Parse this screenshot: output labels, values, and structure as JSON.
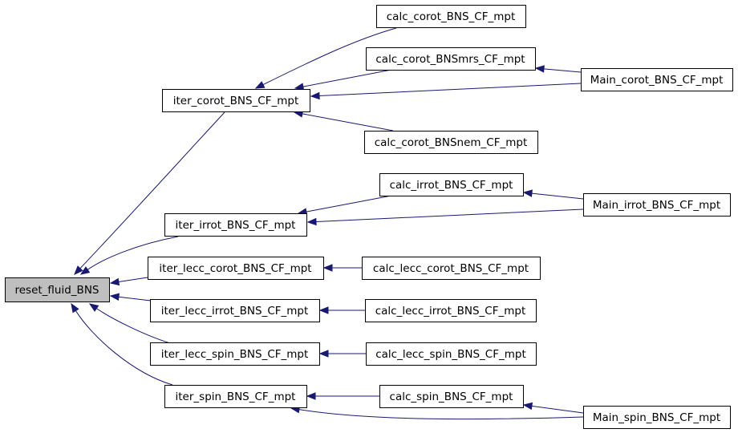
{
  "nodes": [
    {
      "id": "reset_fluid_BNS",
      "label": "reset_fluid_BNS",
      "root": true
    },
    {
      "id": "iter_corot_BNS_CF_mpt",
      "label": "iter_corot_BNS_CF_mpt"
    },
    {
      "id": "iter_irrot_BNS_CF_mpt",
      "label": "iter_irrot_BNS_CF_mpt"
    },
    {
      "id": "iter_lecc_corot_BNS_CF_mpt",
      "label": "iter_lecc_corot_BNS_CF_mpt"
    },
    {
      "id": "iter_lecc_irrot_BNS_CF_mpt",
      "label": "iter_lecc_irrot_BNS_CF_mpt"
    },
    {
      "id": "iter_lecc_spin_BNS_CF_mpt",
      "label": "iter_lecc_spin_BNS_CF_mpt"
    },
    {
      "id": "iter_spin_BNS_CF_mpt",
      "label": "iter_spin_BNS_CF_mpt"
    },
    {
      "id": "calc_corot_BNS_CF_mpt",
      "label": "calc_corot_BNS_CF_mpt"
    },
    {
      "id": "calc_corot_BNSmrs_CF_mpt",
      "label": "calc_corot_BNSmrs_CF_mpt"
    },
    {
      "id": "calc_corot_BNSnem_CF_mpt",
      "label": "calc_corot_BNSnem_CF_mpt"
    },
    {
      "id": "calc_irrot_BNS_CF_mpt",
      "label": "calc_irrot_BNS_CF_mpt"
    },
    {
      "id": "calc_lecc_corot_BNS_CF_mpt",
      "label": "calc_lecc_corot_BNS_CF_mpt"
    },
    {
      "id": "calc_lecc_irrot_BNS_CF_mpt",
      "label": "calc_lecc_irrot_BNS_CF_mpt"
    },
    {
      "id": "calc_lecc_spin_BNS_CF_mpt",
      "label": "calc_lecc_spin_BNS_CF_mpt"
    },
    {
      "id": "calc_spin_BNS_CF_mpt",
      "label": "calc_spin_BNS_CF_mpt"
    },
    {
      "id": "Main_corot_BNS_CF_mpt",
      "label": "Main_corot_BNS_CF_mpt"
    },
    {
      "id": "Main_irrot_BNS_CF_mpt",
      "label": "Main_irrot_BNS_CF_mpt"
    },
    {
      "id": "Main_spin_BNS_CF_mpt",
      "label": "Main_spin_BNS_CF_mpt"
    }
  ],
  "edges": [
    {
      "from": "iter_corot_BNS_CF_mpt",
      "to": "reset_fluid_BNS"
    },
    {
      "from": "iter_irrot_BNS_CF_mpt",
      "to": "reset_fluid_BNS"
    },
    {
      "from": "iter_lecc_corot_BNS_CF_mpt",
      "to": "reset_fluid_BNS"
    },
    {
      "from": "iter_lecc_irrot_BNS_CF_mpt",
      "to": "reset_fluid_BNS"
    },
    {
      "from": "iter_lecc_spin_BNS_CF_mpt",
      "to": "reset_fluid_BNS"
    },
    {
      "from": "iter_spin_BNS_CF_mpt",
      "to": "reset_fluid_BNS"
    },
    {
      "from": "calc_corot_BNS_CF_mpt",
      "to": "iter_corot_BNS_CF_mpt"
    },
    {
      "from": "calc_corot_BNSmrs_CF_mpt",
      "to": "iter_corot_BNS_CF_mpt"
    },
    {
      "from": "Main_corot_BNS_CF_mpt",
      "to": "iter_corot_BNS_CF_mpt"
    },
    {
      "from": "calc_corot_BNSnem_CF_mpt",
      "to": "iter_corot_BNS_CF_mpt"
    },
    {
      "from": "Main_corot_BNS_CF_mpt",
      "to": "calc_corot_BNSmrs_CF_mpt"
    },
    {
      "from": "calc_irrot_BNS_CF_mpt",
      "to": "iter_irrot_BNS_CF_mpt"
    },
    {
      "from": "Main_irrot_BNS_CF_mpt",
      "to": "iter_irrot_BNS_CF_mpt"
    },
    {
      "from": "Main_irrot_BNS_CF_mpt",
      "to": "calc_irrot_BNS_CF_mpt"
    },
    {
      "from": "calc_lecc_corot_BNS_CF_mpt",
      "to": "iter_lecc_corot_BNS_CF_mpt"
    },
    {
      "from": "calc_lecc_irrot_BNS_CF_mpt",
      "to": "iter_lecc_irrot_BNS_CF_mpt"
    },
    {
      "from": "calc_lecc_spin_BNS_CF_mpt",
      "to": "iter_lecc_spin_BNS_CF_mpt"
    },
    {
      "from": "calc_spin_BNS_CF_mpt",
      "to": "iter_spin_BNS_CF_mpt"
    },
    {
      "from": "Main_spin_BNS_CF_mpt",
      "to": "iter_spin_BNS_CF_mpt"
    },
    {
      "from": "Main_spin_BNS_CF_mpt",
      "to": "calc_spin_BNS_CF_mpt"
    }
  ],
  "colors": {
    "edge": "#191970",
    "root_fill": "#bfbfbf",
    "node_fill": "#ffffff",
    "border": "#000000"
  }
}
